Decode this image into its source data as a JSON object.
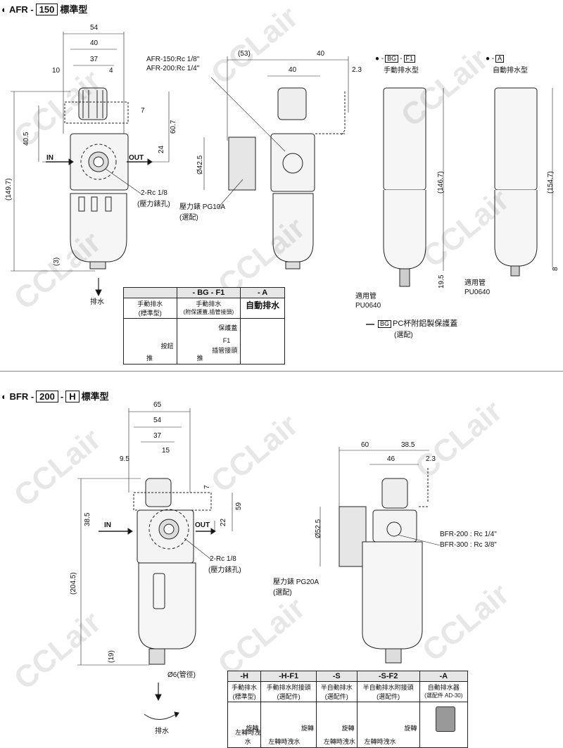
{
  "watermark": "CCLair",
  "afr": {
    "header": {
      "prefix": "AFR -",
      "size": "150",
      "type": "標準型"
    },
    "dims": {
      "d54": "54",
      "d40": "40",
      "d37": "37",
      "d10": "10",
      "d4": "4",
      "d7": "7",
      "d60_7": "60.7",
      "d40_5": "40.5",
      "d24": "24",
      "d149_7": "(149.7)",
      "d3": "(3)"
    },
    "in": "IN",
    "out": "OUT",
    "gauge_port": "2-Rc 1/8",
    "gauge_port_note": "(壓力錶孔)",
    "drain": "排水",
    "ports": [
      "AFR-150:Rc 1/8\"",
      "AFR-200:Rc 1/4\""
    ],
    "side_dims": {
      "d53": "(53)",
      "d40a": "40",
      "d40b": "40",
      "d2_3": "2.3",
      "dia": "Ø42.5"
    },
    "gauge": "壓力錶 PG10A",
    "gauge_opt": "(選配)",
    "variant_bg": {
      "bullet": "●",
      "dash": "-",
      "code1": "BG",
      "code2": "F1",
      "label": "手動排水型",
      "height": "(146.7)",
      "d19_5": "19.5",
      "tube": "適用管",
      "tube_code": "PU0640"
    },
    "variant_a": {
      "bullet": "●",
      "dash": "-",
      "code": "A",
      "label": "自動排水型",
      "height": "(154.7)",
      "d8": "8",
      "tube": "適用管",
      "tube_code": "PU0640"
    },
    "bg_note": {
      "code": "BG",
      "text": "PC杯附鋁製保護蓋",
      "opt": "(選配)"
    },
    "table": {
      "headers": [
        "",
        "- BG - F1",
        "- A"
      ],
      "titles": [
        [
          "手動排水",
          "(標準型)"
        ],
        [
          "手動排水",
          "(附保護蓋,插管接頭)"
        ],
        [
          "自動排水",
          ""
        ]
      ],
      "notes": {
        "button": "按鈕",
        "push": "推",
        "guard": "保護蓋",
        "f1": "F1",
        "fitting": "插管接頭",
        "push2": "推"
      }
    }
  },
  "bfr": {
    "header": {
      "prefix": "BFR -",
      "size": "200",
      "dash": "-",
      "code": "H",
      "type": "標準型"
    },
    "dims": {
      "d65": "65",
      "d54": "54",
      "d37": "37",
      "d15": "15",
      "d9_5": "9.5",
      "d7": "7",
      "d59": "59",
      "d38_5": "38.5",
      "d22": "22",
      "d204_5": "(204.5)",
      "d19": "(19)"
    },
    "in": "IN",
    "out": "OUT",
    "gauge_port": "2-Rc 1/8",
    "gauge_port_note": "(壓力錶孔)",
    "tube": "Ø6(管徑)",
    "drain": "排水",
    "side_dims": {
      "d60": "60",
      "d38_5": "38.5",
      "d46": "46",
      "d2_3": "2.3",
      "dia": "Ø52.5"
    },
    "ports": [
      "BFR-200 : Rc 1/4\"",
      "BFR-300 : Rc 3/8\""
    ],
    "gauge": "壓力錶  PG20A",
    "gauge_opt": "(選配)",
    "table": {
      "headers": [
        "-H",
        "-H-F1",
        "-S",
        "-S-F2",
        "-A"
      ],
      "titles": [
        [
          "手動排水",
          "(標準型)"
        ],
        [
          "手動排水附接頭",
          "(選配件)"
        ],
        [
          "半自動排水",
          "(選配件)"
        ],
        [
          "半自動排水附接頭",
          "(選配件)"
        ],
        [
          "自動排水器",
          "(選配件 AD-30)"
        ]
      ],
      "rotate": "旋轉",
      "left_turn": "左轉時洩水"
    }
  }
}
